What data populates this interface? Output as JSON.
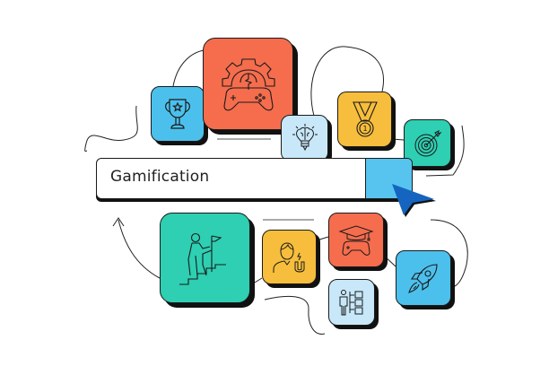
{
  "search": {
    "value": "Gamification",
    "button_color": "#56c4ee"
  },
  "cursor": {
    "icon": "pointer-arrow-icon",
    "color": "#1565c0"
  },
  "colors": {
    "orange": "#f56d4d",
    "blue": "#4cc0ec",
    "light_blue": "#c8e8f9",
    "yellow": "#f6be3c",
    "teal": "#2ecfb2",
    "outline": "#1a1a1a"
  },
  "tiles": [
    {
      "id": "trophy",
      "icon": "trophy-icon",
      "color": "#4cc0ec"
    },
    {
      "id": "gear-gamepad",
      "icon": "gear-gamepad-icon",
      "color": "#f56d4d"
    },
    {
      "id": "brain-bulb",
      "icon": "brain-lightbulb-icon",
      "color": "#c8e8f9"
    },
    {
      "id": "medal",
      "icon": "medal-icon",
      "label": "1",
      "color": "#f6be3c"
    },
    {
      "id": "target",
      "icon": "target-icon",
      "color": "#2ecfb2"
    },
    {
      "id": "climber",
      "icon": "climber-flag-icon",
      "color": "#2ecfb2"
    },
    {
      "id": "magnet-person",
      "icon": "person-magnet-icon",
      "color": "#f6be3c"
    },
    {
      "id": "grad-gamepad",
      "icon": "graduation-gamepad-icon",
      "color": "#f56d4d"
    },
    {
      "id": "org-chart",
      "icon": "person-orgchart-icon",
      "color": "#c8e8f9"
    },
    {
      "id": "rocket",
      "icon": "rocket-icon",
      "color": "#4cc0ec"
    }
  ]
}
